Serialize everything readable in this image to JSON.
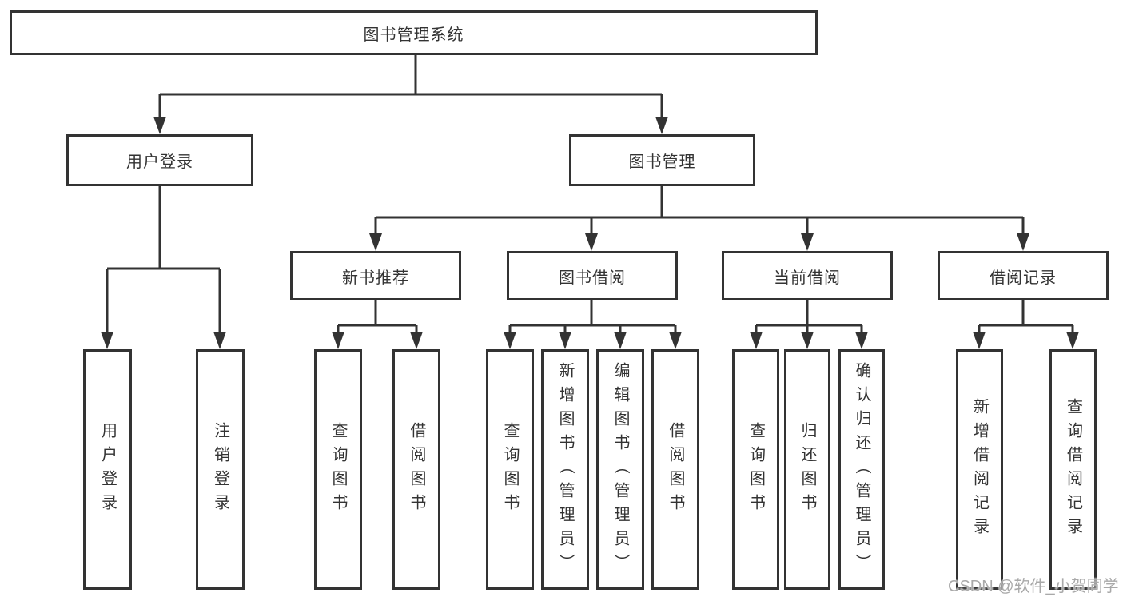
{
  "diagram": {
    "root": {
      "label": "图书管理系统"
    },
    "level2": [
      {
        "id": "user-login",
        "label": "用户登录"
      },
      {
        "id": "book-management",
        "label": "图书管理"
      }
    ],
    "level3": [
      {
        "id": "new-book-recommend",
        "label": "新书推荐"
      },
      {
        "id": "book-borrowing",
        "label": "图书借阅"
      },
      {
        "id": "current-borrowing",
        "label": "当前借阅"
      },
      {
        "id": "borrowing-records",
        "label": "借阅记录"
      }
    ],
    "leaves": [
      {
        "id": "user-login-leaf",
        "label": "用户登录"
      },
      {
        "id": "logout",
        "label": "注销登录"
      },
      {
        "id": "query-books-recommend",
        "label": "查询图书"
      },
      {
        "id": "borrow-books-recommend",
        "label": "借阅图书"
      },
      {
        "id": "query-books-borrowing",
        "label": "查询图书"
      },
      {
        "id": "add-books-admin",
        "label": "新增图书（管理员）"
      },
      {
        "id": "edit-books-admin",
        "label": "编辑图书（管理员）"
      },
      {
        "id": "borrow-books-borrowing",
        "label": "借阅图书"
      },
      {
        "id": "query-books-current",
        "label": "查询图书"
      },
      {
        "id": "return-books",
        "label": "归还图书"
      },
      {
        "id": "confirm-return-admin",
        "label": "确认归还（管理员）"
      },
      {
        "id": "add-borrow-record",
        "label": "新增借阅记录"
      },
      {
        "id": "query-borrow-record",
        "label": "查询借阅记录"
      }
    ],
    "watermark": "CSDN @软件_小贺同学",
    "colors": {
      "line": "#333333",
      "text": "#333333",
      "box_background": "#ffffff",
      "watermark": "#a9a9a9"
    }
  }
}
